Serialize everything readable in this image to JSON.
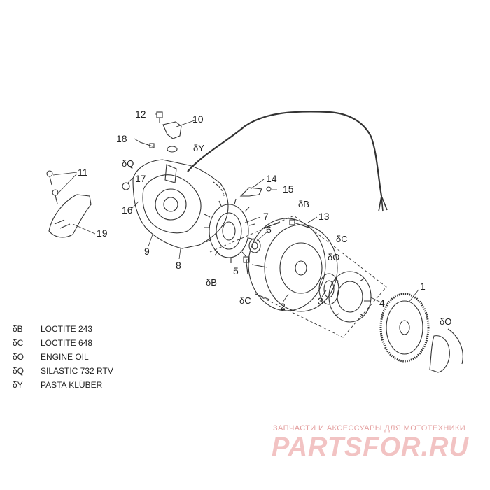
{
  "callouts": {
    "c1": "1",
    "c2": "2",
    "c3": "3",
    "c4": "4",
    "c5": "5",
    "c6": "6",
    "c7": "7",
    "c8": "8",
    "c9": "9",
    "c10": "10",
    "c11": "11",
    "c12": "12",
    "c13": "13",
    "c14": "14",
    "c15": "15",
    "c16": "16",
    "c17": "17",
    "c18": "18",
    "c19": "19"
  },
  "adhesive_marks": {
    "y": "Y",
    "q": "Q",
    "b_top": "B",
    "b_bottom": "B",
    "c_right": "C",
    "c_bottom": "C",
    "o_mid": "O",
    "o_right": "O"
  },
  "legend": [
    {
      "code": "δB",
      "text": "LOCTITE 243"
    },
    {
      "code": "δC",
      "text": "LOCTITE 648"
    },
    {
      "code": "δO",
      "text": "ENGINE OIL"
    },
    {
      "code": "δQ",
      "text": "SILASTIC 732 RTV"
    },
    {
      "code": "δY",
      "text": "PASTA KLÜBER"
    }
  ],
  "watermark": {
    "tagline": "ЗАПЧАСТИ И АКСЕССУАРЫ ДЛЯ МОТОТЕХНИКИ",
    "brand": "PARTSFOR.RU"
  }
}
